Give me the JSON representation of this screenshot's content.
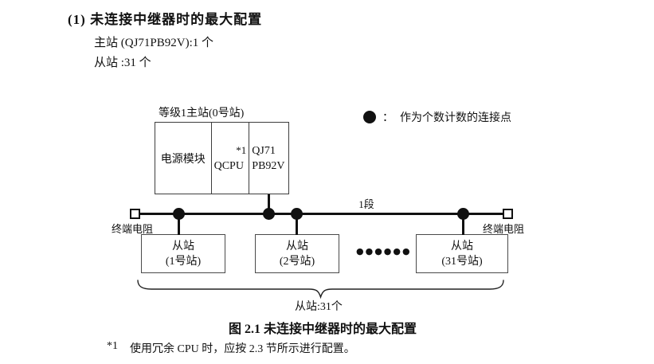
{
  "page": {
    "heading": "(1) 未连接中继器时的最大配置",
    "master_count": "主站 (QJ71PB92V):1 个",
    "slave_count": "从站 :31 个"
  },
  "diagram": {
    "master_label": "等级1主站(0号站)",
    "modules": {
      "power": "电源模块",
      "cpu": "QCPU",
      "cpu_note": "*1",
      "pb_line1": "QJ71",
      "pb_line2": "PB92V"
    },
    "legend": {
      "icon": "filled-circle",
      "separator": "：",
      "text": "作为个数计数的连接点"
    },
    "segment_label": "1段",
    "terminator_left": "终端电阻",
    "terminator_right": "终端电阻",
    "slaves": [
      {
        "title": "从站",
        "number": "(1号站)"
      },
      {
        "title": "从站",
        "number": "(2号站)"
      },
      {
        "title": "从站",
        "number": "(31号站)"
      }
    ],
    "ellipsis": "●●●●●●",
    "brace_label": "从站:31个"
  },
  "caption": "图 2.1 未连接中继器时的最大配置",
  "footnote": {
    "marker": "*1",
    "text": "使用冗余 CPU 时，应按 2.3 节所示进行配置。"
  },
  "colors": {
    "ink": "#111111",
    "background": "#ffffff"
  }
}
